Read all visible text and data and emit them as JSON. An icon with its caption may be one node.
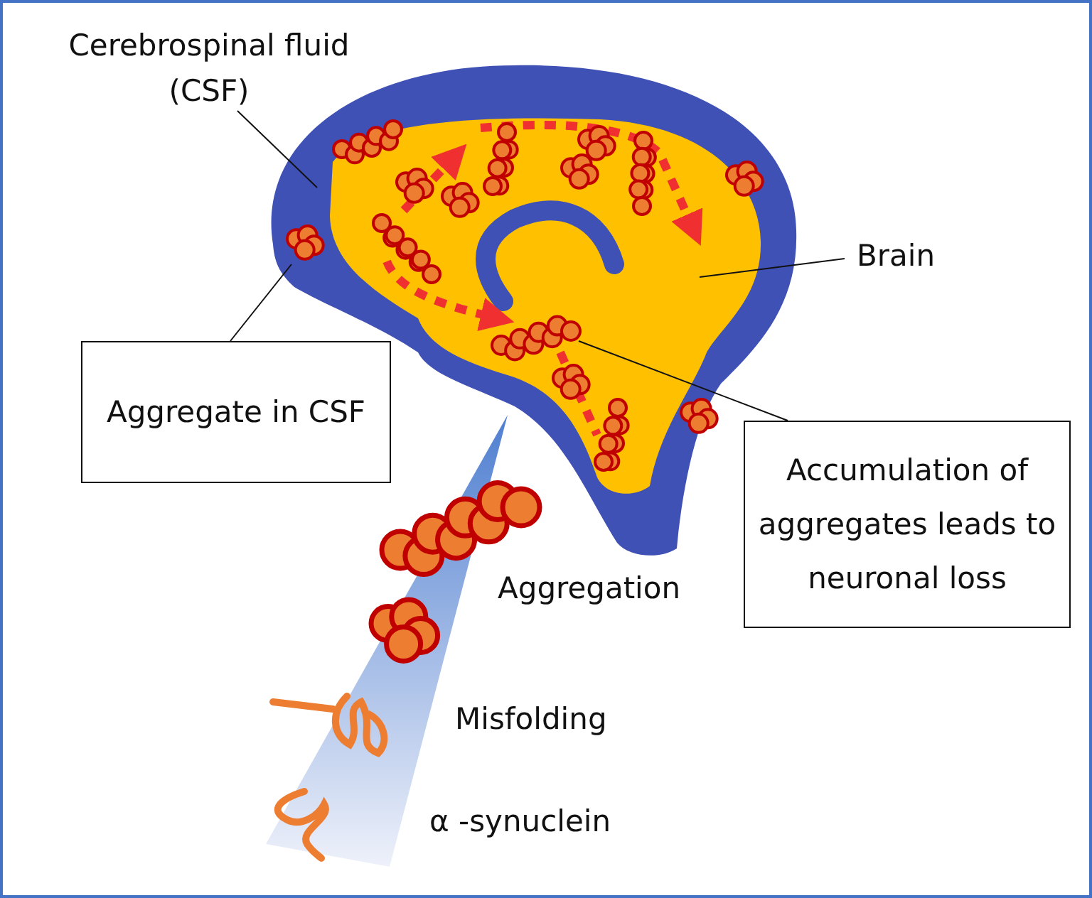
{
  "diagram": {
    "nodes": [
      {
        "text": [
          "Cerebrospinal fluid (CSF)"
        ]
      },
      {
        "text": [],
        "shape": "picture"
      },
      {
        "text": [],
        "shape": "picture",
        "in": 1
      },
      {
        "text": [
          "Brain"
        ]
      },
      {
        "text": [
          "Aggregate in CSF"
        ]
      },
      {
        "text": [],
        "shape": "picture",
        "in": 1
      },
      {
        "text": [
          "Accumulation of aggregates leads to neuronal loss"
        ]
      },
      {
        "text": [],
        "shape": "picture",
        "in": 2
      }
    ],
    "edges": [
      {
        "from": 0,
        "to": 1,
        "arrow": "none"
      },
      {
        "from": 3,
        "to": 2,
        "arrow": "none"
      },
      {
        "from": 4,
        "to": 5,
        "arrow": "none"
      },
      {
        "from": 6,
        "to": 7,
        "arrow": "none"
      }
    ],
    "labels": [
      "Aggregation",
      "Misfolding",
      "α -synuclein"
    ]
  }
}
